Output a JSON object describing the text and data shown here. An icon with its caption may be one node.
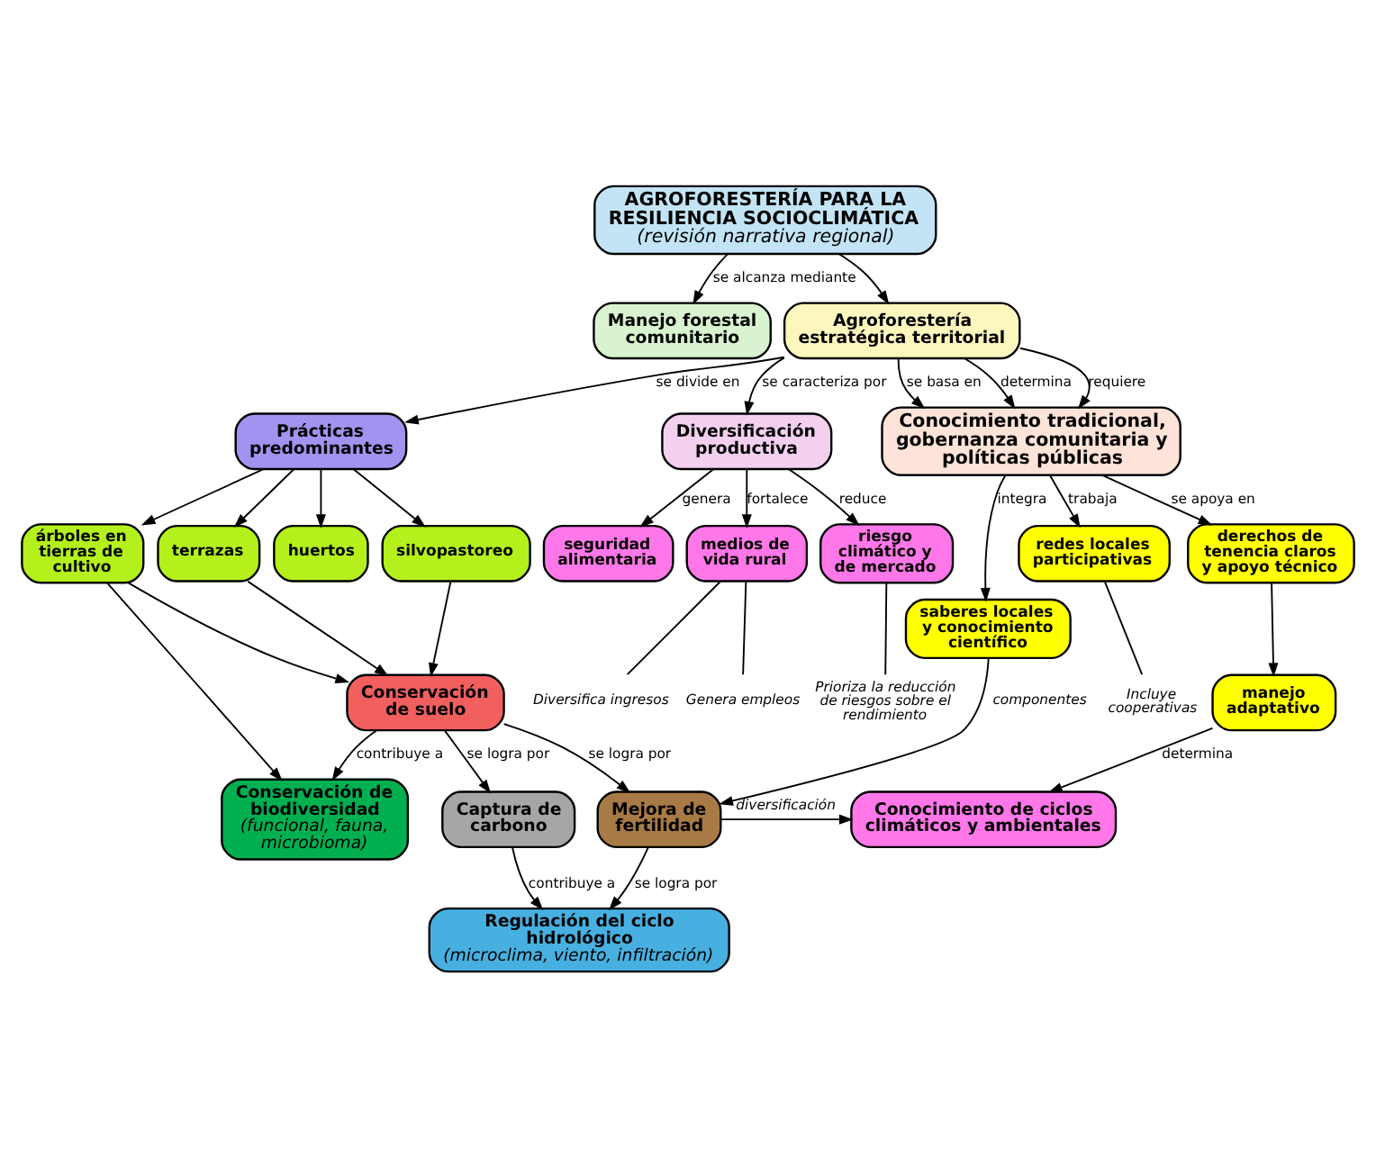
{
  "diagram": {
    "nodes": [
      {
        "text": [
          "AGROFORESTERÍA PARA LA RESILIENCIA SOCIOCLIMÁTICA",
          "(revisión narrativa regional)"
        ]
      },
      {
        "text": [
          "Manejo forestal comunitario"
        ]
      },
      {
        "text": [
          "Agroforestería estratégica territorial"
        ]
      },
      {
        "text": [
          "Prácticas predominantes"
        ]
      },
      {
        "text": [
          "Diversificación productiva"
        ]
      },
      {
        "text": [
          "Conocimiento tradicional, gobernanza comunitaria y políticas públicas"
        ]
      },
      {
        "text": [
          "árboles en tierras de cultivo"
        ]
      },
      {
        "text": [
          "terrazas"
        ]
      },
      {
        "text": [
          "huertos"
        ]
      },
      {
        "text": [
          "silvopastoreo"
        ]
      },
      {
        "text": [
          "saberes locales y conocimiento científico"
        ]
      },
      {
        "text": [
          "redes locales participativas"
        ]
      },
      {
        "text": [
          "derechos de tenencia claros y apoyo técnico"
        ]
      },
      {
        "text": [
          "seguridad alimentaria"
        ]
      },
      {
        "text": [
          "medios de vida rural"
        ]
      },
      {
        "text": [
          "riesgo climático y de mercado"
        ]
      },
      {
        "text": [
          "manejo adaptativo"
        ]
      },
      {
        "text": [
          "Incluye cooperativas"
        ]
      },
      {
        "text": [
          "Diversifica ingresos"
        ]
      },
      {
        "text": [
          "Genera empleos"
        ]
      },
      {
        "text": [
          "Prioriza la reducción de riesgos sobre el rendimiento"
        ]
      },
      {
        "text": [
          "Conservación de suelo"
        ]
      },
      {
        "text": [
          "Conservación de biodiversidad",
          "(funcional, fauna, microbioma)"
        ]
      },
      {
        "text": [
          "Captura de carbono"
        ]
      },
      {
        "text": [
          "Mejora de fertilidad"
        ]
      },
      {
        "text": [
          "Conocimiento de ciclos climáticos y ambientales"
        ]
      },
      {
        "text": [
          "Regulación del ciclo hidrológico",
          "(microclima, viento, infiltración)"
        ]
      }
    ],
    "edges": [
      {
        "from": 0,
        "to": 1,
        "arrow": "to",
        "label": "se alcanza mediante"
      },
      {
        "from": 0,
        "to": 2,
        "arrow": "to"
      },
      {
        "from": 2,
        "to": 3,
        "arrow": "to",
        "label": "se divide en"
      },
      {
        "from": 2,
        "to": 4,
        "arrow": "to",
        "label": "se caracteriza por"
      },
      {
        "from": 2,
        "to": 5,
        "arrow": "to",
        "label": "se basa en"
      },
      {
        "from": 2,
        "to": 5,
        "arrow": "to",
        "label": "determina"
      },
      {
        "from": 2,
        "to": 5,
        "arrow": "to",
        "label": "requiere"
      },
      {
        "from": 3,
        "to": 6,
        "arrow": "to"
      },
      {
        "from": 3,
        "to": 7,
        "arrow": "to"
      },
      {
        "from": 3,
        "to": 8,
        "arrow": "to"
      },
      {
        "from": 3,
        "to": 9,
        "arrow": "to"
      },
      {
        "from": 4,
        "to": 13,
        "arrow": "to",
        "label": "genera"
      },
      {
        "from": 4,
        "to": 14,
        "arrow": "to",
        "label": "fortalece"
      },
      {
        "from": 4,
        "to": 15,
        "arrow": "to",
        "label": "reduce"
      },
      {
        "from": 5,
        "to": 10,
        "arrow": "to",
        "label": "integra"
      },
      {
        "from": 5,
        "to": 11,
        "arrow": "to",
        "label": "trabaja"
      },
      {
        "from": 5,
        "to": 12,
        "arrow": "to",
        "label": "se apoya en"
      },
      {
        "from": 12,
        "to": 16,
        "arrow": "to"
      },
      {
        "from": 11,
        "to": 17,
        "arrow": "none"
      },
      {
        "from": 14,
        "to": 18,
        "arrow": "none"
      },
      {
        "from": 14,
        "to": 19,
        "arrow": "none"
      },
      {
        "from": 15,
        "to": 20,
        "arrow": "none"
      },
      {
        "from": 6,
        "to": 21,
        "arrow": "to"
      },
      {
        "from": 7,
        "to": 21,
        "arrow": "to"
      },
      {
        "from": 9,
        "to": 21,
        "arrow": "to"
      },
      {
        "from": 6,
        "to": 22,
        "arrow": "to"
      },
      {
        "from": 21,
        "to": 22,
        "arrow": "to",
        "label": "contribuye a"
      },
      {
        "from": 21,
        "to": 23,
        "arrow": "to",
        "label": "se logra por"
      },
      {
        "from": 21,
        "to": 24,
        "arrow": "to",
        "label": "se logra por"
      },
      {
        "from": 10,
        "to": 24,
        "arrow": "to",
        "label": "componentes"
      },
      {
        "from": 24,
        "to": 25,
        "arrow": "to",
        "label": "diversificación"
      },
      {
        "from": 16,
        "to": 25,
        "arrow": "to",
        "label": "determina"
      },
      {
        "from": 23,
        "to": 26,
        "arrow": "to",
        "label": "contribuye a"
      },
      {
        "from": 24,
        "to": 26,
        "arrow": "to",
        "label": "se logra por"
      }
    ]
  }
}
